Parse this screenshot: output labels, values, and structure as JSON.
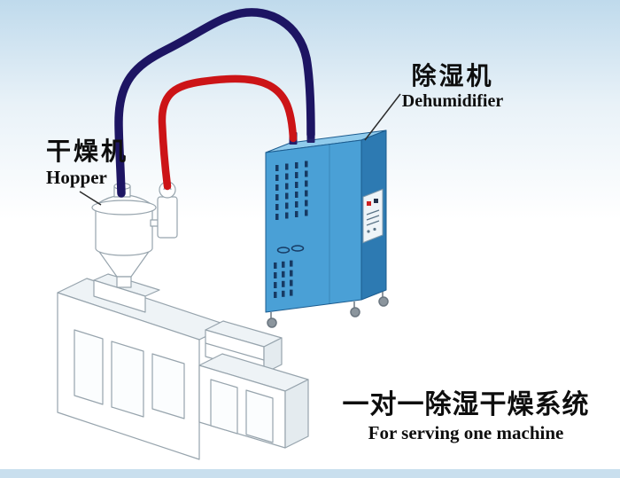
{
  "labels": {
    "hopper": {
      "cn": "干燥机",
      "en": "Hopper"
    },
    "dehumidifier": {
      "cn": "除湿机",
      "en": "Dehumidifier"
    },
    "caption": {
      "cn": "一对一除湿干燥系统",
      "en": "For serving one machine"
    }
  },
  "colors": {
    "bg-top": "#bfdaec",
    "bg-bottom": "#ffffff",
    "bottom-strip": "#c9dfee",
    "pipe-red": "#cc1417",
    "pipe-navy": "#1d1563",
    "cabinet-front": "#4aa0d6",
    "cabinet-side": "#2d7ab2",
    "cabinet-top": "#90cbec",
    "cabinet-stroke": "#1c5c8f",
    "cabinet-vent": "#173a63",
    "machine-line": "#97a4ad",
    "leader": "#2b2b2b",
    "text": "#0e0e0e"
  }
}
